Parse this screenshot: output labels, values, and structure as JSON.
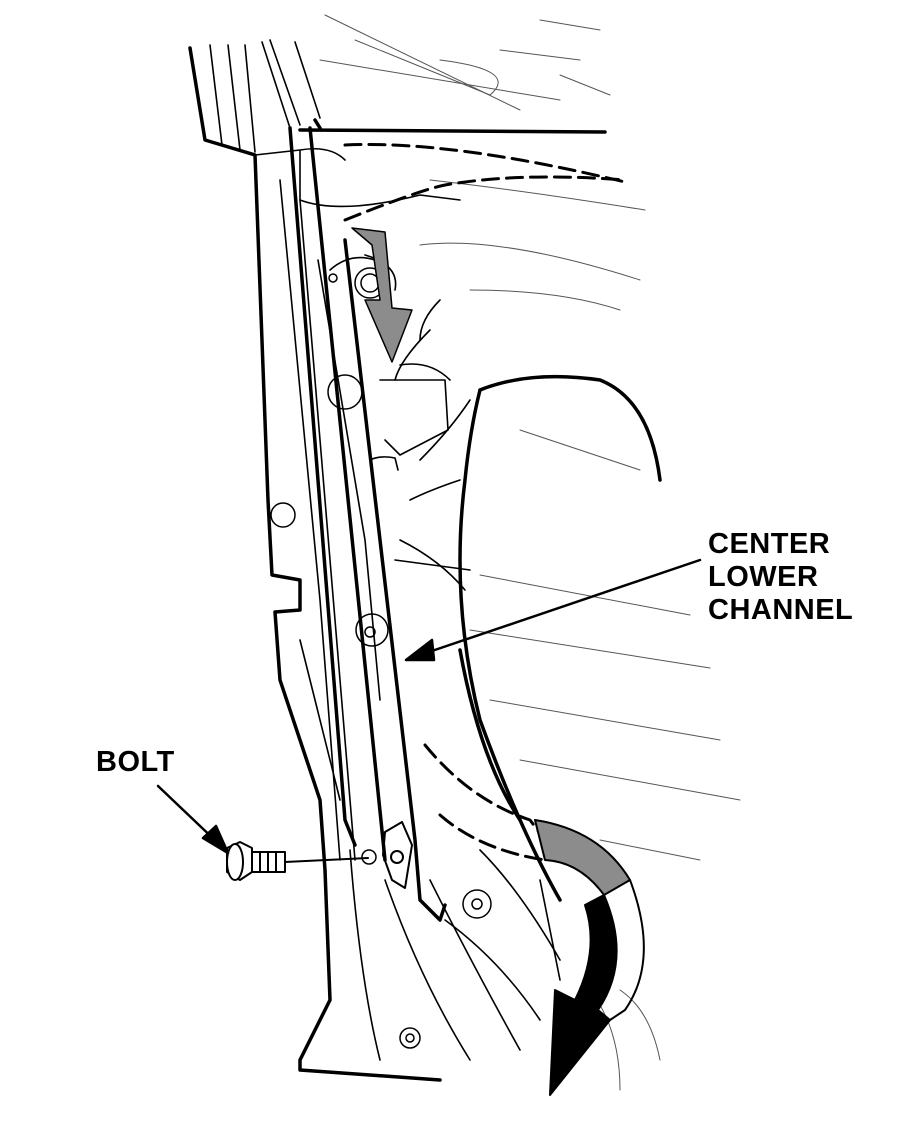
{
  "labels": {
    "center_lower_channel": [
      "CENTER",
      "LOWER",
      "CHANNEL"
    ],
    "bolt": "BOLT"
  },
  "colors": {
    "line": "#000000",
    "arrow_fill": "#8c8c8c",
    "background": "#ffffff"
  }
}
